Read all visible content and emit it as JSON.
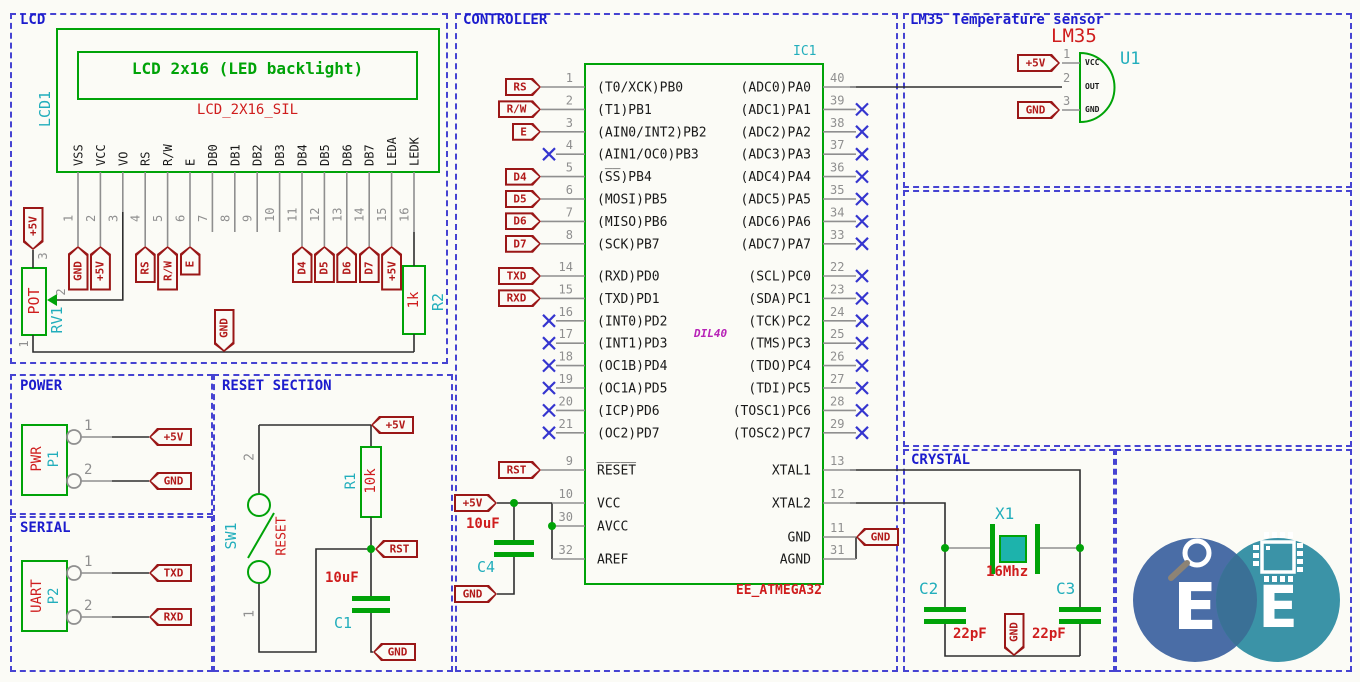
{
  "colors": {
    "box_dash": "#4643d2",
    "title_blue": "#1c1ccd",
    "symbol_green": "#00a308",
    "value_red": "#cf1d1d",
    "ref_cyan": "#22aebc",
    "flag_red": "#9a1717",
    "wire": "#2e2e2e",
    "stub": "#8f8f8f",
    "nc_blue": "#3535cf",
    "package_magenta": "#b722b7",
    "crystal_fill": "#1db3ac",
    "logo_blue": "#4a6da6",
    "logo_teal": "#3b93a7"
  },
  "sections": {
    "lcd": "LCD",
    "power": "POWER",
    "serial": "SERIAL",
    "reset": "RESET SECTION",
    "controller": "CONTROLLER",
    "lm35": "LM35 Temperature sensor",
    "crystal": "CRYSTAL"
  },
  "lcd": {
    "ref": "LCD1",
    "display_text": "LCD 2x16 (LED backlight)",
    "part": "LCD_2X16_SIL",
    "pins": [
      {
        "n": "1",
        "name": "VSS",
        "flag": "GND"
      },
      {
        "n": "2",
        "name": "VCC",
        "flag": "+5V"
      },
      {
        "n": "3",
        "name": "VO"
      },
      {
        "n": "4",
        "name": "RS",
        "flag": "RS"
      },
      {
        "n": "5",
        "name": "R/W",
        "flag": "R/W"
      },
      {
        "n": "6",
        "name": "E",
        "flag": "E"
      },
      {
        "n": "7",
        "name": "DB0"
      },
      {
        "n": "8",
        "name": "DB1"
      },
      {
        "n": "9",
        "name": "DB2"
      },
      {
        "n": "10",
        "name": "DB3"
      },
      {
        "n": "11",
        "name": "DB4",
        "flag": "D4"
      },
      {
        "n": "12",
        "name": "DB5",
        "flag": "D5"
      },
      {
        "n": "13",
        "name": "DB6",
        "flag": "D6"
      },
      {
        "n": "14",
        "name": "DB7",
        "flag": "D7"
      },
      {
        "n": "15",
        "name": "LEDA",
        "flag": "+5V"
      },
      {
        "n": "16",
        "name": "LEDK"
      }
    ]
  },
  "pot": {
    "ref": "RV1",
    "value": "POT",
    "pin_top": "3",
    "pin_wiper": "2",
    "pin_bottom": "1",
    "top_flag": "+5V",
    "gnd_flag": "GND"
  },
  "r2": {
    "ref": "R2",
    "value": "1k"
  },
  "power": {
    "ref": "P1",
    "value": "PWR",
    "pins": [
      {
        "n": "1",
        "flag": "+5V"
      },
      {
        "n": "2",
        "flag": "GND"
      }
    ]
  },
  "serial": {
    "ref": "P2",
    "value": "UART",
    "pins": [
      {
        "n": "1",
        "flag": "TXD"
      },
      {
        "n": "2",
        "flag": "RXD"
      }
    ]
  },
  "reset": {
    "sw_ref": "SW1",
    "sw_value": "RESET",
    "pin_top": "2",
    "pin_bottom": "1",
    "r1_ref": "R1",
    "r1_value": "10k",
    "c1_ref": "C1",
    "c1_value": "10uF",
    "flag_top": "+5V",
    "flag_mid": "RST",
    "flag_bottom": "GND"
  },
  "controller": {
    "ic_ref": "IC1",
    "part": "EE_ATMEGA32",
    "package": "DIL40",
    "vcc_flag": "+5V",
    "c4_ref": "C4",
    "c4_value": "10uF",
    "c4_gnd_flag": "GND",
    "gnd_flag": "GND",
    "left_a": [
      {
        "n": "1",
        "name": "(T0/XCK)PB0",
        "flag": "RS"
      },
      {
        "n": "2",
        "name": "(T1)PB1",
        "flag": "R/W"
      },
      {
        "n": "3",
        "name": "(AIN0/INT2)PB2",
        "flag": "E"
      },
      {
        "n": "4",
        "name": "(AIN1/OC0)PB3",
        "nc": true
      },
      {
        "n": "5",
        "name": "(S̅S̅)PB4",
        "flag": "D4"
      },
      {
        "n": "6",
        "name": "(MOSI)PB5",
        "flag": "D5"
      },
      {
        "n": "7",
        "name": "(MISO)PB6",
        "flag": "D6"
      },
      {
        "n": "8",
        "name": "(SCK)PB7",
        "flag": "D7"
      }
    ],
    "left_b": [
      {
        "n": "14",
        "name": "(RXD)PD0",
        "flag": "TXD"
      },
      {
        "n": "15",
        "name": "(TXD)PD1",
        "flag": "RXD"
      },
      {
        "n": "16",
        "name": "(INT0)PD2",
        "nc": true
      },
      {
        "n": "17",
        "name": "(INT1)PD3",
        "nc": true
      },
      {
        "n": "18",
        "name": "(OC1B)PD4",
        "nc": true
      },
      {
        "n": "19",
        "name": "(OC1A)PD5",
        "nc": true
      },
      {
        "n": "20",
        "name": "(ICP)PD6",
        "nc": true
      },
      {
        "n": "21",
        "name": "(OC2)PD7",
        "nc": true
      }
    ],
    "left_c": [
      {
        "n": "9",
        "name": "R̅E̅S̅E̅T̅",
        "flag": "RST"
      }
    ],
    "left_d": [
      {
        "n": "10",
        "name": "VCC"
      },
      {
        "n": "30",
        "name": "AVCC"
      },
      {
        "n": "32",
        "name": "AREF"
      }
    ],
    "right_a": [
      {
        "n": "40",
        "name": "(ADC0)PA0"
      },
      {
        "n": "39",
        "name": "(ADC1)PA1",
        "nc": true
      },
      {
        "n": "38",
        "name": "(ADC2)PA2",
        "nc": true
      },
      {
        "n": "37",
        "name": "(ADC3)PA3",
        "nc": true
      },
      {
        "n": "36",
        "name": "(ADC4)PA4",
        "nc": true
      },
      {
        "n": "35",
        "name": "(ADC5)PA5",
        "nc": true
      },
      {
        "n": "34",
        "name": "(ADC6)PA6",
        "nc": true
      },
      {
        "n": "33",
        "name": "(ADC7)PA7",
        "nc": true
      }
    ],
    "right_b": [
      {
        "n": "22",
        "name": "(SCL)PC0",
        "nc": true
      },
      {
        "n": "23",
        "name": "(SDA)PC1",
        "nc": true
      },
      {
        "n": "24",
        "name": "(TCK)PC2",
        "nc": true
      },
      {
        "n": "25",
        "name": "(TMS)PC3",
        "nc": true
      },
      {
        "n": "26",
        "name": "(TDO)PC4",
        "nc": true
      },
      {
        "n": "27",
        "name": "(TDI)PC5",
        "nc": true
      },
      {
        "n": "28",
        "name": "(TOSC1)PC6",
        "nc": true
      },
      {
        "n": "29",
        "name": "(TOSC2)PC7",
        "nc": true
      }
    ],
    "right_c": [
      {
        "n": "13",
        "name": "XTAL1"
      },
      {
        "n": "12",
        "name": "XTAL2"
      },
      {
        "n": "11",
        "name": "GND"
      },
      {
        "n": "31",
        "name": "AGND"
      }
    ]
  },
  "lm35": {
    "part": "LM35",
    "ref": "U1",
    "pads": [
      "VCC",
      "OUT",
      "GND"
    ],
    "pin_numbers": [
      "1",
      "2",
      "3"
    ],
    "flag_vcc": "+5V",
    "flag_gnd": "GND"
  },
  "crystal": {
    "ref": "X1",
    "value": "16Mhz",
    "c2_ref": "C2",
    "c2_value": "22pF",
    "c3_ref": "C3",
    "c3_value": "22pF",
    "gnd_flag": "GND"
  },
  "logo": {
    "left_letter": "E",
    "right_letter": "E"
  }
}
